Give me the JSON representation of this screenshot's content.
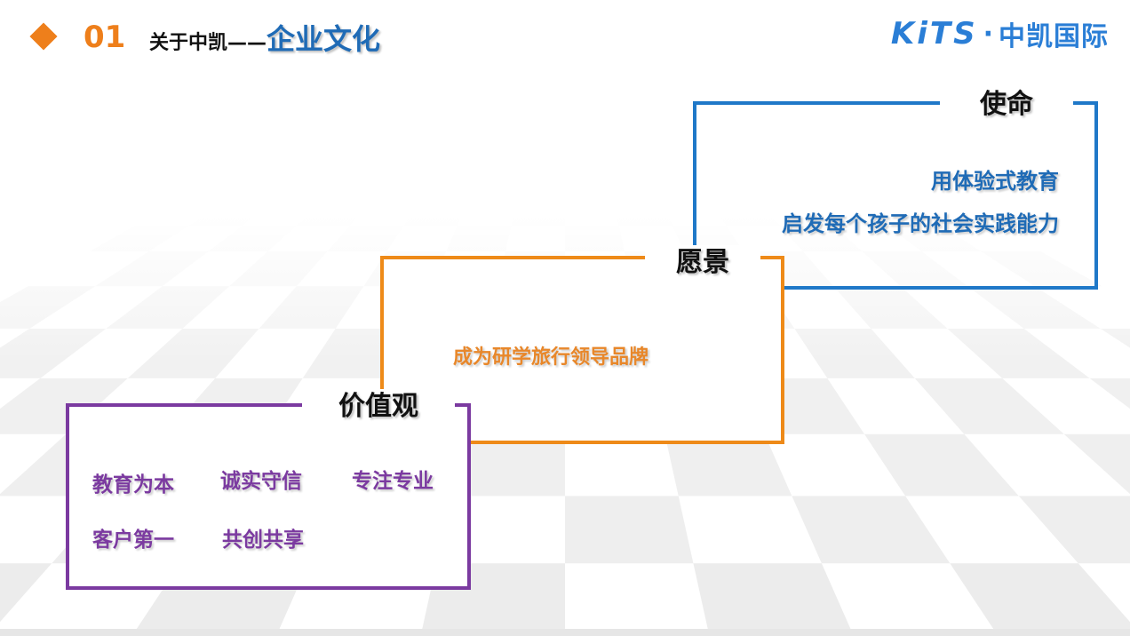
{
  "header": {
    "number": "01",
    "prefix": "关于中凯——",
    "title": "企业文化"
  },
  "logo": {
    "latin": "KiTS",
    "separator": "·",
    "chinese": "中凯国际"
  },
  "mission": {
    "label": "使命",
    "lines": [
      "用体验式教育",
      "启发每个孩子的社会实践能力"
    ]
  },
  "vision": {
    "label": "愿景",
    "text": "成为研学旅行领导品牌"
  },
  "values": {
    "label": "价值观",
    "items": [
      "教育为本",
      "诚实守信",
      "专注专业",
      "客户第一",
      "共创共享"
    ]
  },
  "colors": {
    "accent_orange": "#ee7f1b",
    "brand_blue": "#1f78c8",
    "values_purple": "#7b3aa0"
  }
}
